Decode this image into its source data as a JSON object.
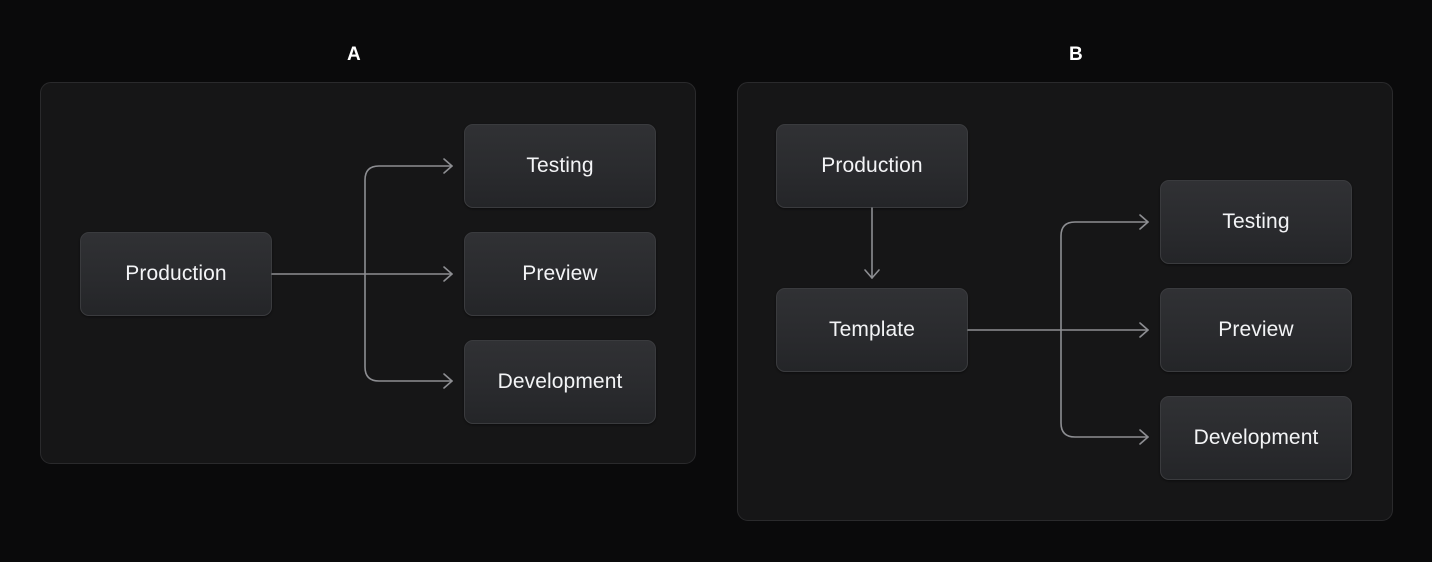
{
  "page": {
    "background_color": "#0a0a0b",
    "panel_background_color": "#161617",
    "panel_border_color": "#2a2a2c",
    "node_border_color": "#3a3b3e",
    "node_text_color": "#f3f4f6",
    "connector_color": "#8d8e92"
  },
  "panels": [
    {
      "id": "a",
      "label": "A",
      "nodes": {
        "source": "Production",
        "targets": [
          "Testing",
          "Preview",
          "Development"
        ]
      }
    },
    {
      "id": "b",
      "label": "B",
      "nodes": {
        "source": "Production",
        "intermediate": "Template",
        "targets": [
          "Testing",
          "Preview",
          "Development"
        ]
      }
    }
  ],
  "diagram": {
    "type": "flow",
    "panel_a": {
      "title": "A",
      "edges": [
        {
          "from": "Production",
          "to": "Testing",
          "style": "orthogonal-arrow"
        },
        {
          "from": "Production",
          "to": "Preview",
          "style": "straight-arrow"
        },
        {
          "from": "Production",
          "to": "Development",
          "style": "orthogonal-arrow"
        }
      ]
    },
    "panel_b": {
      "title": "B",
      "edges": [
        {
          "from": "Production",
          "to": "Template",
          "style": "vertical-arrow"
        },
        {
          "from": "Template",
          "to": "Testing",
          "style": "orthogonal-arrow"
        },
        {
          "from": "Template",
          "to": "Preview",
          "style": "straight-arrow"
        },
        {
          "from": "Template",
          "to": "Development",
          "style": "orthogonal-arrow"
        }
      ]
    }
  }
}
